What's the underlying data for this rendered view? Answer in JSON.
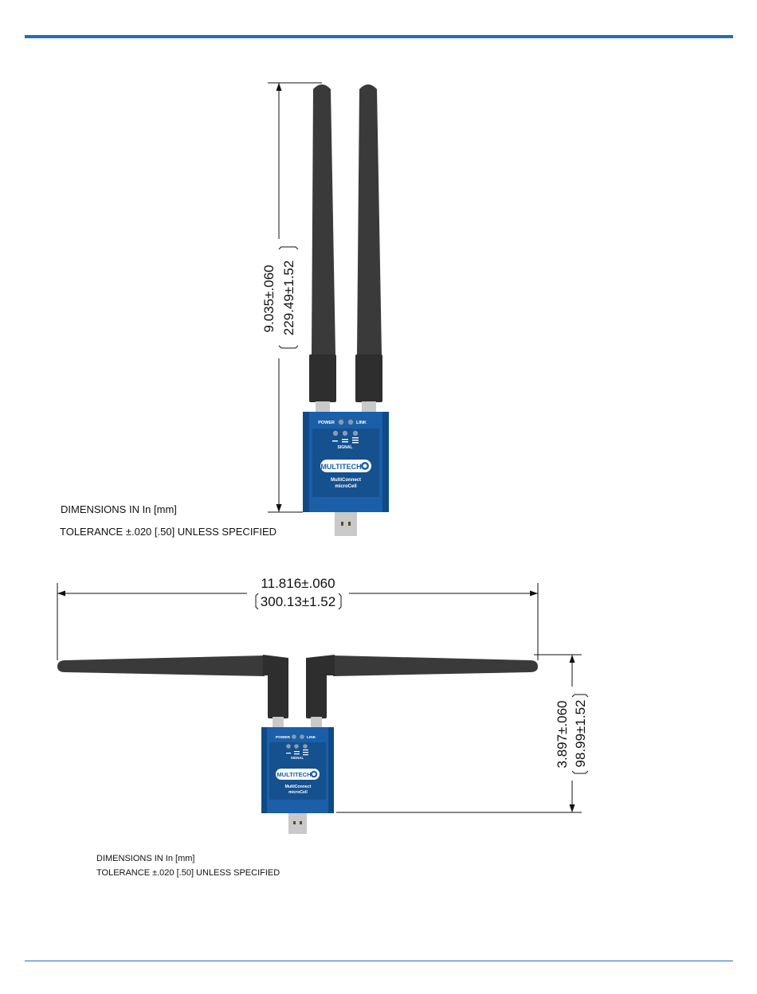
{
  "colors": {
    "rule": "#1f6fb8",
    "device_blue": "#1a5fa8",
    "antenna": "#3a3a3a",
    "usb_metal": "#c9c9c9"
  },
  "figure1": {
    "dimension_in": "9.035±.060",
    "dimension_mm": "229.49±1.52",
    "notes": {
      "units": "DIMENSIONS IN In [mm]",
      "tolerance": "TOLERANCE ±.020 [.50] UNLESS SPECIFIED"
    }
  },
  "figure2": {
    "width_in": "11.816±.060",
    "width_mm": "300.13±1.52",
    "height_in": "3.897±.060",
    "height_mm": "98.99±1.52",
    "notes": {
      "units": "DIMENSIONS IN In [mm]",
      "tolerance": "TOLERANCE ±.020 [.50] UNLESS SPECIFIED"
    }
  },
  "device": {
    "power_label": "POWER",
    "link_label": "LINK",
    "signal_label": "SIGNAL",
    "logo": "MULTITECH",
    "product_line1": "MultiConnect",
    "product_line2": "microCell"
  }
}
